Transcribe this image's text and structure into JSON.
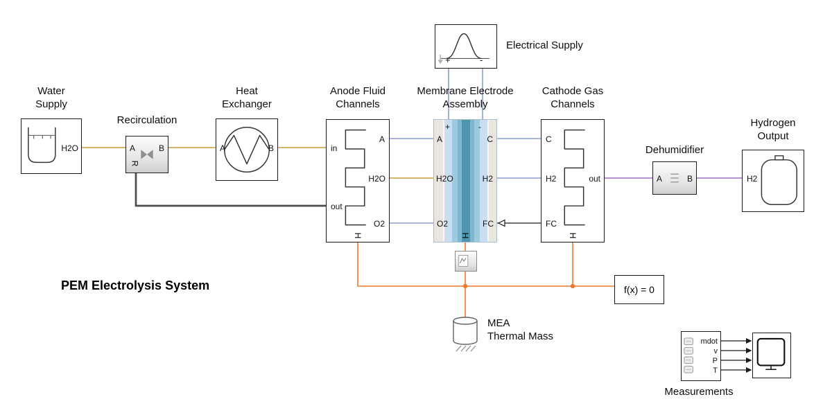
{
  "title": "PEM Electrolysis System",
  "colors": {
    "thermal_liquid": "#c99a3a",
    "electrical": "#8b9bd6",
    "thermal": "#ed7a2d",
    "moist_air": "#9a6bc0",
    "signal": "#1a1a1a",
    "recirculation_loop": "#4d4d4d"
  },
  "blocks": {
    "electrical_supply": {
      "label": "Electrical Supply",
      "port_plus": "+",
      "port_minus": "-"
    },
    "water_supply": {
      "label": "Water\nSupply",
      "port_h2o": "H2O"
    },
    "recirculation": {
      "label": "Recirculation",
      "port_a": "A",
      "port_b": "B",
      "port_r": "R"
    },
    "heat_exchanger": {
      "label": "Heat\nExchanger",
      "port_a": "A",
      "port_b": "B"
    },
    "anode_fluid_channels": {
      "label": "Anode Fluid\nChannels",
      "port_in": "in",
      "port_out": "out",
      "port_a": "A",
      "port_h2o": "H2O",
      "port_o2": "O2",
      "port_h": "H"
    },
    "membrane_electrode_assembly": {
      "label": "Membrane Electrode\nAssembly",
      "port_plus": "+",
      "port_minus": "-",
      "port_a": "A",
      "port_h2o": "H2O",
      "port_o2": "O2",
      "port_c": "C",
      "port_h2": "H2",
      "port_fc": "FC",
      "port_h": "H"
    },
    "cathode_gas_channels": {
      "label": "Cathode Gas\nChannels",
      "port_c": "C",
      "port_h2": "H2",
      "port_fc": "FC",
      "port_out": "out",
      "port_h": "H"
    },
    "dehumidifier": {
      "label": "Dehumidifier",
      "port_a": "A",
      "port_b": "B"
    },
    "hydrogen_output": {
      "label": "Hydrogen\nOutput",
      "port_h2": "H2"
    },
    "solver": {
      "label": "f(x) = 0"
    },
    "mea_thermal_mass": {
      "label": "MEA\nThermal Mass"
    },
    "measurements": {
      "label": "Measurements",
      "port_mdot": "mdot",
      "port_v": "v",
      "port_p": "P",
      "port_t": "T"
    }
  }
}
